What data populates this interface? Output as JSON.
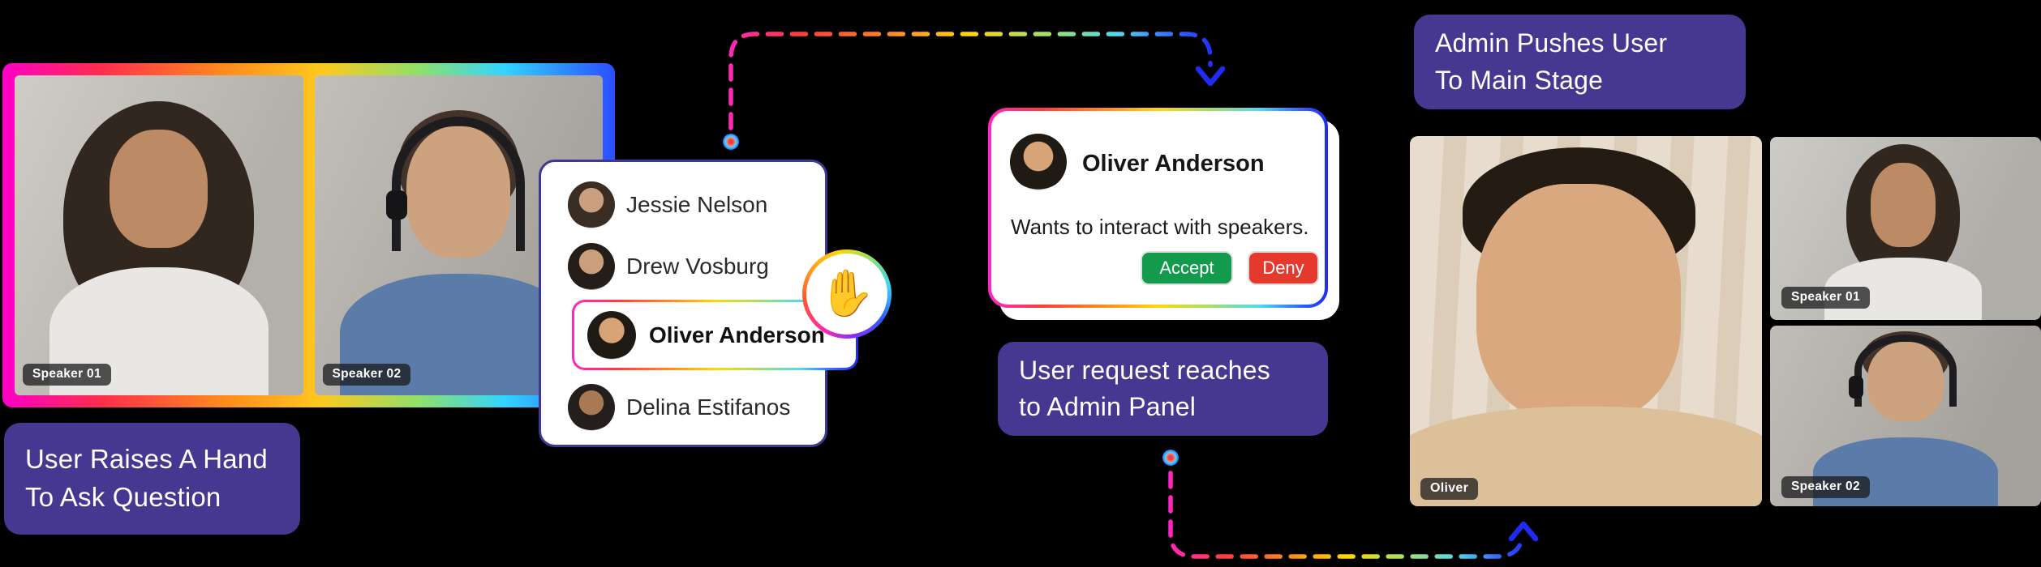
{
  "left_stage": {
    "tiles": [
      {
        "label": "Speaker 01"
      },
      {
        "label": "Speaker 02"
      }
    ]
  },
  "captions": {
    "raise_hand": {
      "line1": "User Raises A Hand",
      "line2": "To Ask Question"
    },
    "admin_panel": {
      "line1": "User request reaches",
      "line2": "to Admin Panel"
    },
    "main_stage": {
      "line1": "Admin Pushes User",
      "line2": "To Main Stage"
    }
  },
  "participants": {
    "items": [
      {
        "name": "Jessie Nelson",
        "highlighted": false
      },
      {
        "name": "Drew Vosburg",
        "highlighted": false
      },
      {
        "name": "Oliver Anderson",
        "highlighted": true
      },
      {
        "name": "Delina Estifanos",
        "highlighted": false
      }
    ]
  },
  "hand_badge": {
    "glyph": "✋"
  },
  "request_card": {
    "name": "Oliver Anderson",
    "message": "Wants to interact with speakers.",
    "accept_label": "Accept",
    "deny_label": "Deny"
  },
  "main_stage": {
    "active_label": "Oliver",
    "tiles": [
      {
        "label": "Speaker 01"
      },
      {
        "label": "Speaker 02"
      }
    ]
  },
  "colors": {
    "background": "#000000",
    "accent_purple": "#463890",
    "panel_border": "#3c3a95",
    "accept_green": "#149a4d",
    "deny_red": "#e6392e",
    "arrow_blue": "#1f2bf0",
    "rainbow": [
      "#ff26c2",
      "#ff3d3d",
      "#ff8a1e",
      "#ffd60a",
      "#9fe06b",
      "#4fd9f2",
      "#2e5bff",
      "#1f2bf0"
    ]
  }
}
